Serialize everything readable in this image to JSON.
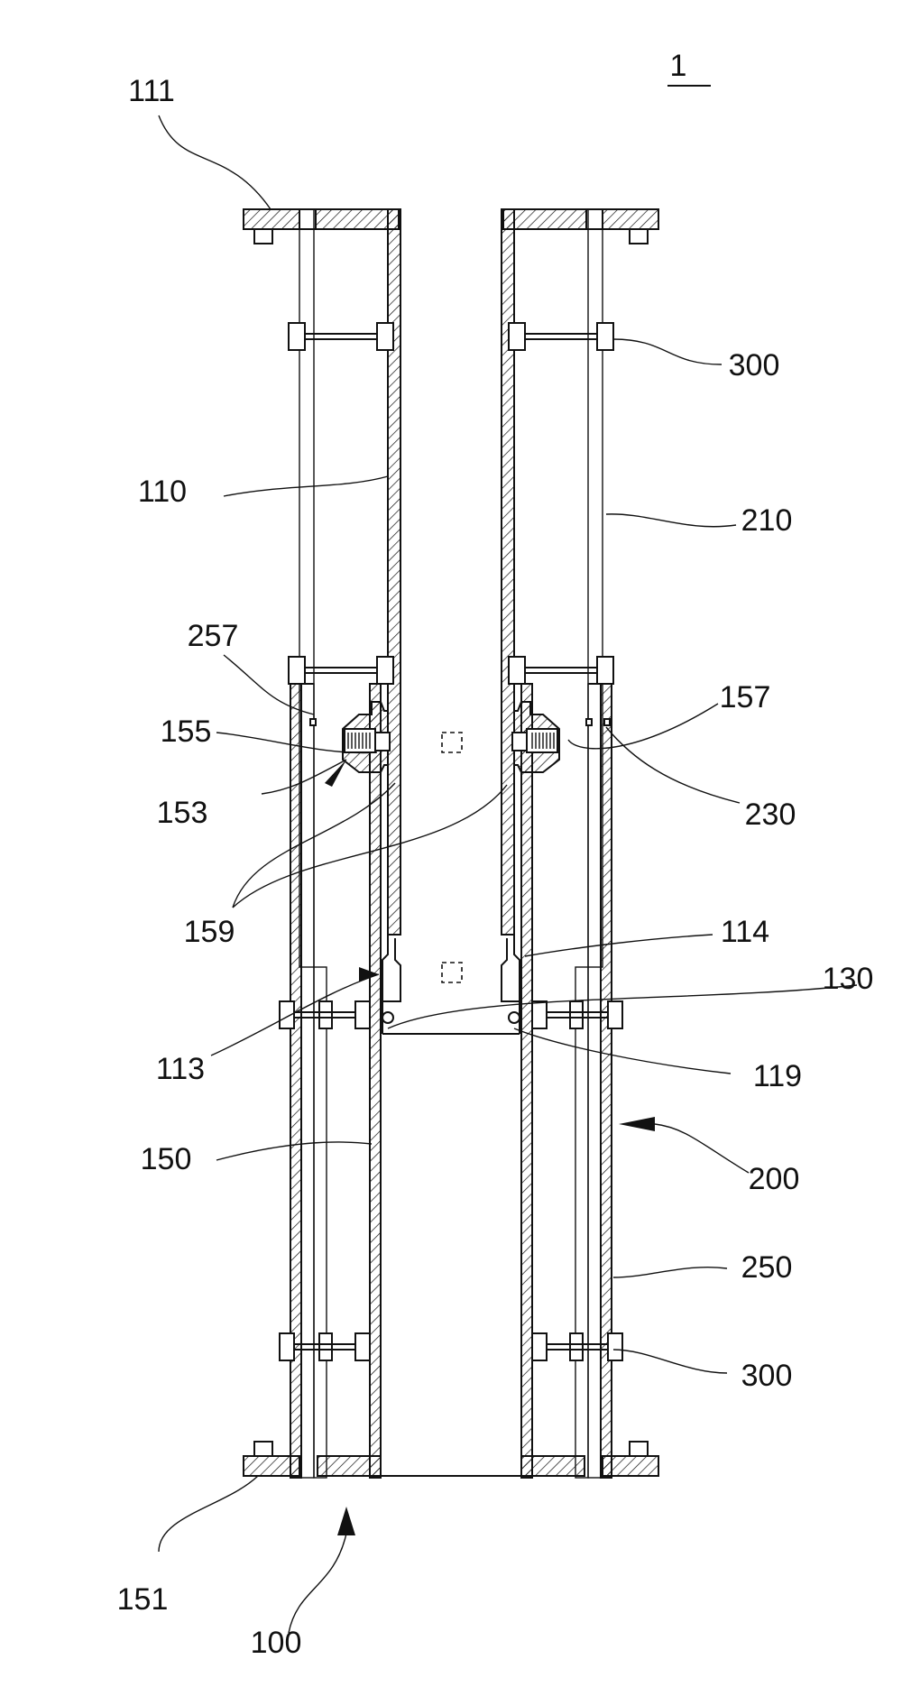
{
  "figure_number": "1",
  "labels": {
    "l111": "111",
    "l300a": "300",
    "l110": "110",
    "l210": "210",
    "l257": "257",
    "l157": "157",
    "l155": "155",
    "l230": "230",
    "l153": "153",
    "l159": "159",
    "l114": "114",
    "l130": "130",
    "l113": "113",
    "l119": "119",
    "l150": "150",
    "l200": "200",
    "l250": "250",
    "l300b": "300",
    "l151": "151",
    "l100": "100"
  }
}
